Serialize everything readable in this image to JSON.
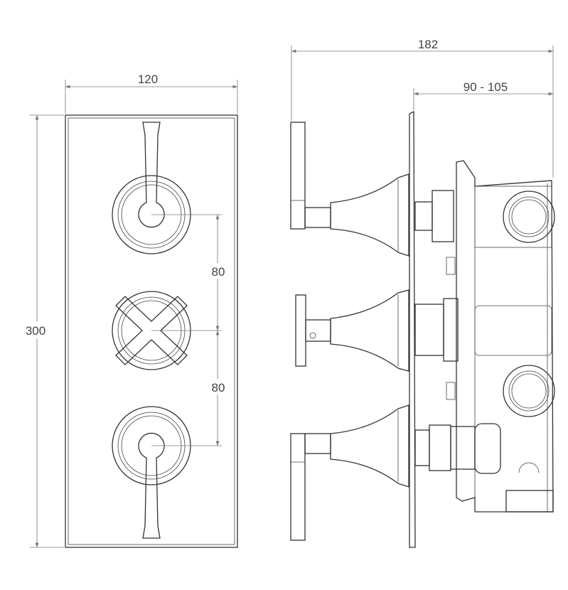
{
  "drawing": {
    "title": "Triple thermostatic shower valve technical drawing",
    "dimensions": {
      "front_width": "120",
      "front_height": "300",
      "spacing_upper": "80",
      "spacing_lower": "80",
      "side_total_depth": "182",
      "side_wall_depth": "90 - 105"
    },
    "line_color": "#333333",
    "dimension_color": "#777777"
  }
}
